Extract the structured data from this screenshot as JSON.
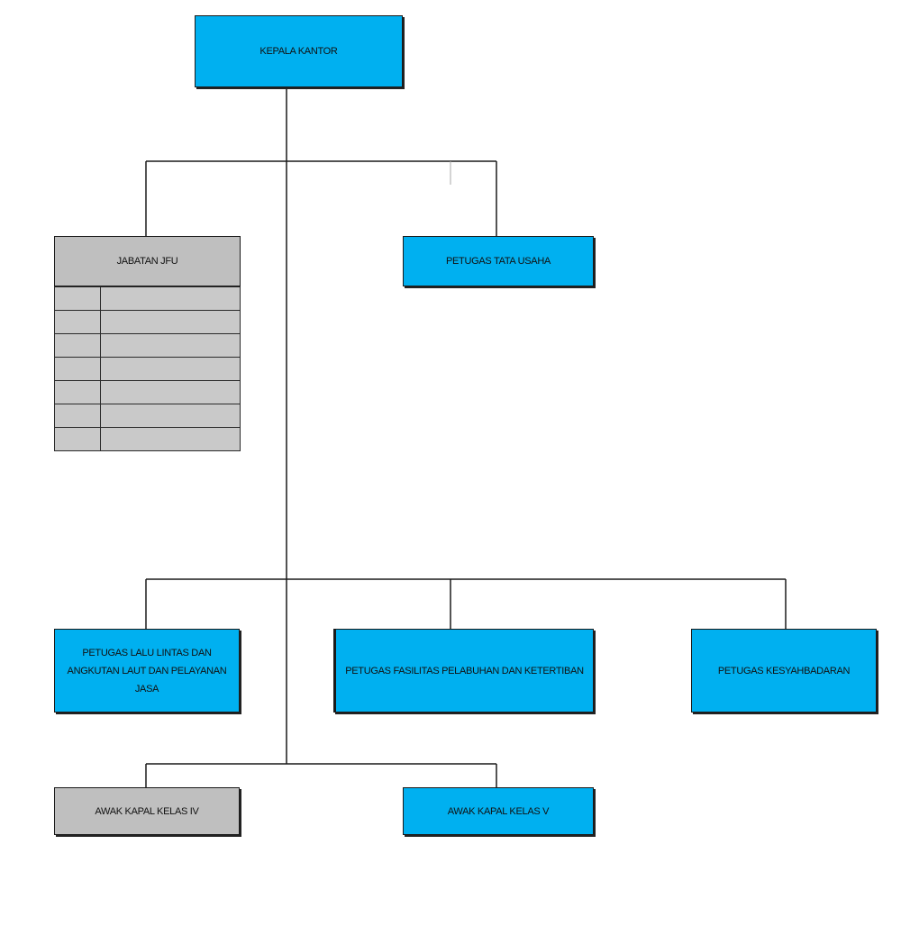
{
  "colors": {
    "primary_box": "#00b0f0",
    "secondary_box": "#bfbfbf",
    "line": "#1a1a1a"
  },
  "nodes": {
    "kepala_kantor": "KEPALA KANTOR",
    "jabatan_jfu": "JABATAN JFU",
    "petugas_tata_usaha": "PETUGAS TATA USAHA",
    "petugas_lalu_lintas": "PETUGAS LALU LINTAS DAN ANGKUTAN LAUT DAN PELAYANAN JASA",
    "petugas_fasilitas": "PETUGAS FASILITAS PELABUHAN DAN KETERTIBAN",
    "petugas_kesyahbandaran": "PETUGAS KESYAHBADARAN",
    "awak_kapal_iv": "AWAK KAPAL KELAS IV",
    "awak_kapal_v": "AWAK KAPAL KELAS V"
  },
  "jfu_table_rows": 7
}
